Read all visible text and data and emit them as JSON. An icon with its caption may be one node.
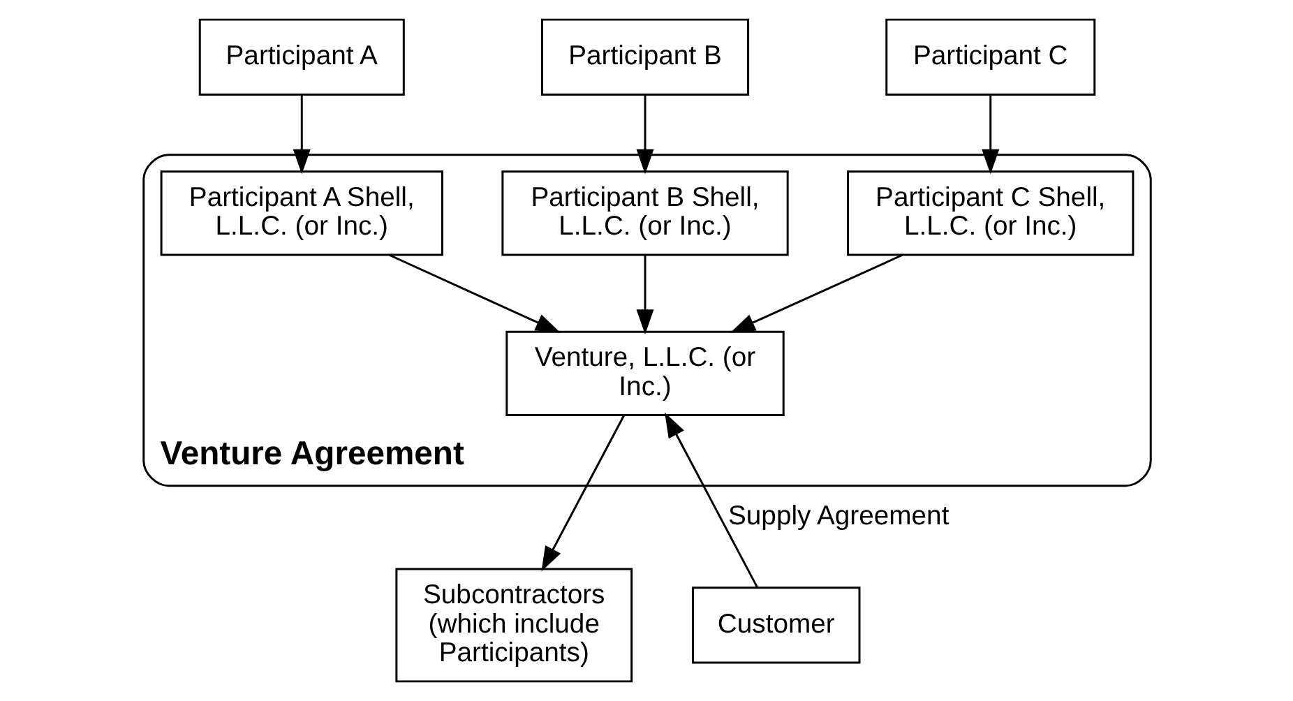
{
  "diagram": {
    "nodes": [
      {
        "text": [
          "Participant A"
        ]
      },
      {
        "text": [
          "Participant B"
        ]
      },
      {
        "text": [
          "Participant C"
        ]
      },
      {
        "text": [
          "Venture Agreement"
        ]
      },
      {
        "text": [
          "Participant A Shell, L.L.C. (or Inc.)"
        ],
        "in": 3
      },
      {
        "text": [
          "Participant B Shell, L.L.C. (or Inc.)"
        ],
        "in": 3
      },
      {
        "text": [
          "Participant C Shell, L.L.C. (or Inc.)"
        ],
        "in": 3
      },
      {
        "text": [
          "Venture, L.L.C. (or Inc.)"
        ],
        "in": 3
      },
      {
        "text": [
          "Subcontractors (which include Participants)"
        ]
      },
      {
        "text": [
          "Customer"
        ]
      }
    ],
    "edges": [
      {
        "from": 0,
        "to": 4,
        "arrow": "to"
      },
      {
        "from": 1,
        "to": 5,
        "arrow": "to"
      },
      {
        "from": 2,
        "to": 6,
        "arrow": "to"
      },
      {
        "from": 4,
        "to": 7,
        "arrow": "to"
      },
      {
        "from": 5,
        "to": 7,
        "arrow": "to"
      },
      {
        "from": 6,
        "to": 7,
        "arrow": "to"
      },
      {
        "from": 7,
        "to": 8,
        "arrow": "to"
      },
      {
        "from": 9,
        "to": 7,
        "arrow": "to",
        "label": "Supply Agreement"
      }
    ]
  }
}
